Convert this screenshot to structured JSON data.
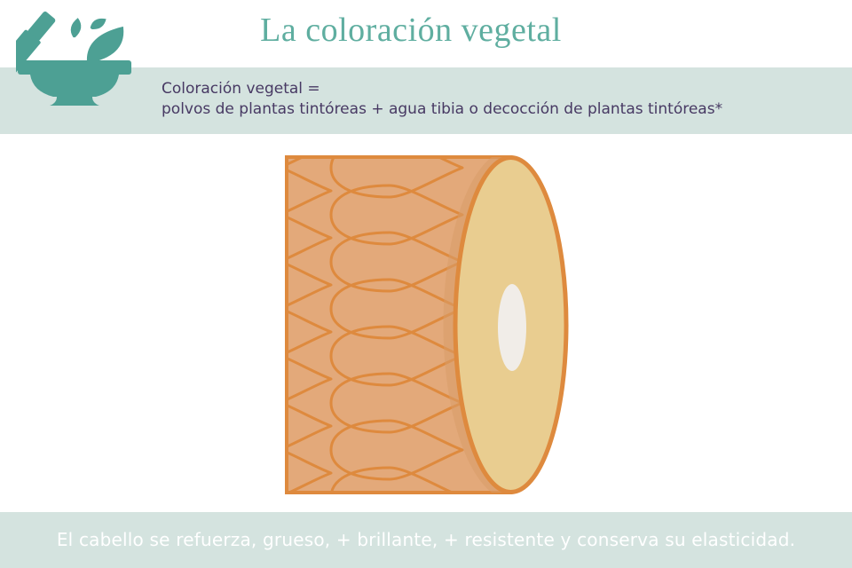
{
  "title": "La coloración vegetal",
  "definition_banner": {
    "line1": "Coloración vegetal =",
    "line2": "polvos de plantas tintóreas + agua tibia o decocción de plantas tintóreas*"
  },
  "footer_banner": {
    "text": "El cabello se refuerza, grueso, + brillante, + resistente y conserva su elasticidad."
  },
  "icons": {
    "header_icon": "mortar-and-pestle-with-leaves-icon"
  },
  "illustration": {
    "name": "hair-shaft-cuticle-cylinder-diagram",
    "parts": [
      "cuticle-scales-surface",
      "cortex-cross-section",
      "medulla-center"
    ]
  },
  "colors": {
    "band_background": "#d4e3df",
    "title_teal": "#5faea0",
    "icon_teal": "#4da094",
    "definition_text_purple": "#473963",
    "outline_orange": "#de8a3e",
    "shaft_tan": "#e3a97a",
    "shaft_shadow_tan": "#d89c68",
    "cap_gold": "#e9cd90",
    "medulla_offwhite": "#f1ede8",
    "footer_text_white": "#ffffff"
  }
}
